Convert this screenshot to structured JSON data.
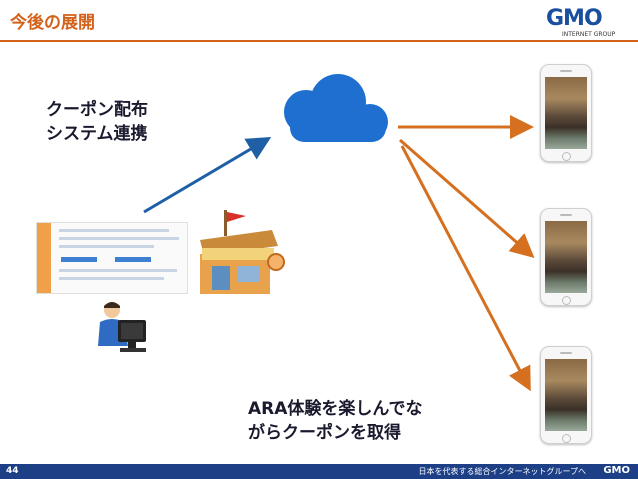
{
  "slide": {
    "title": "今後の展開",
    "label_cloud": "クーポン配布\nシステム連携",
    "label_phones": "ARA体験を楽しんでな\nがらクーポンを取得",
    "page_number": "44",
    "footer_text": "日本を代表する総合インターネットグループへ",
    "footer_logo": "GMO"
  },
  "logo": {
    "name": "GMO",
    "subtitle": "INTERNET GROUP"
  },
  "colors": {
    "accent": "#d4621a",
    "arrow_blue": "#1f5fa6",
    "arrow_orange": "#d4701f",
    "cloud": "#1e6fd0",
    "footer": "#1c3f86"
  }
}
